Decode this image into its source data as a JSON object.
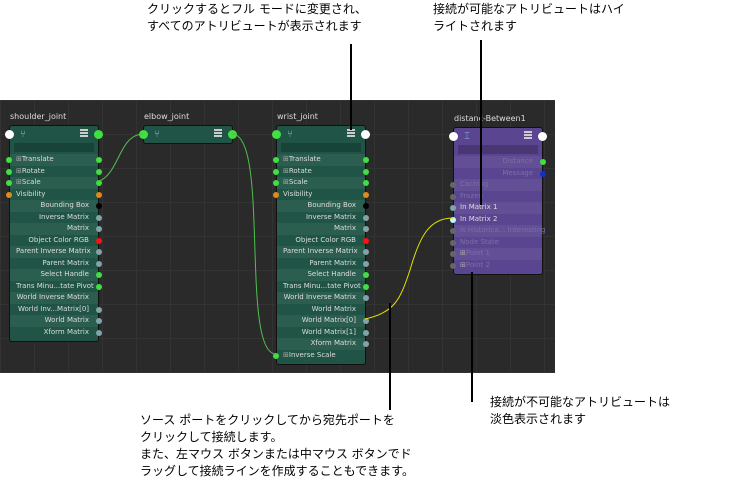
{
  "annotations": {
    "top_left": [
      "クリックするとフル モードに変更され、",
      "すべてのアトリビュートが表示されます"
    ],
    "top_right": [
      "接続が可能なアトリビュートはハイ",
      "ライトされます"
    ],
    "bottom": [
      "ソース ポートをクリックしてから宛先ポートを",
      "クリックして接続します。",
      "また、左マウス ボタンまたは中マウス ボタンでド",
      "ラッグして接続ラインを作成することもできます。"
    ],
    "bottom_right": [
      "接続が不可能なアトリビュートは",
      "淡色表示されます"
    ]
  },
  "colors": {
    "green": "#3fe03f",
    "orange": "#e08a1e",
    "gray": "#7fa5a8",
    "black": "#000000",
    "red": "#ff1010",
    "blue": "#1030d0",
    "dim": "#666666",
    "highlight": "#bff7ff"
  },
  "nodes": [
    {
      "name": "shoulder_joint",
      "kind": "joint",
      "rows": [
        {
          "label": "Translate",
          "l": "green",
          "r": "green",
          "exp": true
        },
        {
          "label": "Rotate",
          "l": "green",
          "r": "green",
          "exp": true
        },
        {
          "label": "Scale",
          "l": "green",
          "r": "green",
          "exp": true
        },
        {
          "label": "Visibility",
          "l": "orange",
          "r": "orange"
        },
        {
          "label": "Bounding Box",
          "r": "black",
          "right": true
        },
        {
          "label": "Inverse Matrix",
          "r": "gray",
          "right": true
        },
        {
          "label": "Matrix",
          "r": "gray",
          "right": true
        },
        {
          "label": "Object Color RGB",
          "r": "red",
          "right": true
        },
        {
          "label": "Parent Inverse Matrix",
          "r": "gray",
          "right": true
        },
        {
          "label": "Parent Matrix",
          "r": "gray",
          "right": true
        },
        {
          "label": "Select Handle",
          "r": "green",
          "right": true
        },
        {
          "label": "Trans Minu...tate Pivot",
          "r": "green",
          "right": true
        },
        {
          "label": "World Inverse Matrix",
          "right": true
        },
        {
          "label": "World Inv...Matrix[0]",
          "r": "gray",
          "right": true
        },
        {
          "label": "World Matrix",
          "r": "gray",
          "right": true
        },
        {
          "label": "Xform Matrix",
          "r": "gray",
          "right": true
        }
      ]
    },
    {
      "name": "elbow_joint",
      "kind": "joint",
      "collapsed": true,
      "rows": []
    },
    {
      "name": "wrist_joint",
      "kind": "joint",
      "rows": [
        {
          "label": "Translate",
          "l": "green",
          "r": "green",
          "exp": true
        },
        {
          "label": "Rotate",
          "l": "green",
          "r": "green",
          "exp": true
        },
        {
          "label": "Scale",
          "l": "green",
          "r": "green",
          "exp": true
        },
        {
          "label": "Visibility",
          "l": "orange",
          "r": "orange"
        },
        {
          "label": "Bounding Box",
          "r": "black",
          "right": true
        },
        {
          "label": "Inverse Matrix",
          "r": "gray",
          "right": true
        },
        {
          "label": "Matrix",
          "r": "gray",
          "right": true
        },
        {
          "label": "Object Color RGB",
          "r": "red",
          "right": true
        },
        {
          "label": "Parent Inverse Matrix",
          "r": "gray",
          "right": true
        },
        {
          "label": "Parent Matrix",
          "r": "gray",
          "right": true
        },
        {
          "label": "Select Handle",
          "r": "green",
          "right": true
        },
        {
          "label": "Trans Minu...tate Pivot",
          "r": "green",
          "right": true
        },
        {
          "label": "World Inverse Matrix",
          "r": "gray",
          "right": true
        },
        {
          "label": "World Matrix",
          "right": true
        },
        {
          "label": "World Matrix[0]",
          "r": "gray",
          "right": true
        },
        {
          "label": "World Matrix[1]",
          "r": "gray",
          "right": true
        },
        {
          "label": "Xform Matrix",
          "r": "gray",
          "right": true
        },
        {
          "label": "Inverse Scale",
          "l": "green",
          "exp": true
        }
      ]
    },
    {
      "name": "distanc-Between1",
      "kind": "util",
      "rows": [
        {
          "label": "Distance",
          "r": "green",
          "right": true,
          "dim": true
        },
        {
          "label": "Message",
          "r": "blue",
          "right": true,
          "dim": true
        },
        {
          "label": "Caching",
          "l": "dim",
          "dim": true
        },
        {
          "label": "Frozen",
          "l": "dim",
          "dim": true
        },
        {
          "label": "In Matrix 1",
          "l": "gray"
        },
        {
          "label": "In Matrix 2",
          "l": "highlight"
        },
        {
          "label": "Is Historica... Interesting",
          "l": "dim",
          "dim": true
        },
        {
          "label": "Node State",
          "l": "dim",
          "dim": true
        },
        {
          "label": "Point 1",
          "l": "dim",
          "dim": true,
          "exp": true
        },
        {
          "label": "Point 2",
          "l": "dim",
          "dim": true,
          "exp": true
        }
      ]
    }
  ]
}
